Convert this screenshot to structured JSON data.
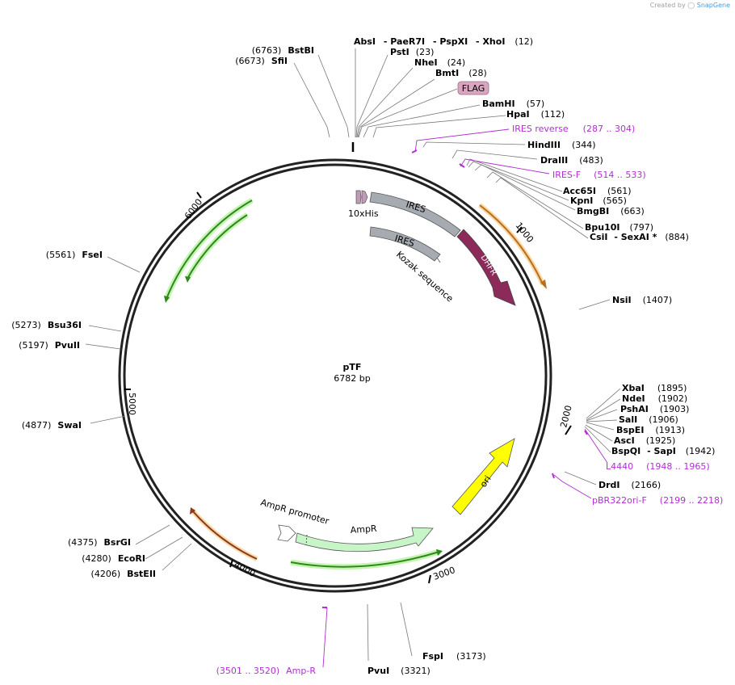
{
  "credit": {
    "prefix": "Created by",
    "brand": "SnapGene"
  },
  "plasmid": {
    "name": "pTF",
    "size": "6782 bp"
  },
  "ticks": [
    "1000",
    "2000",
    "3000",
    "4000",
    "5000",
    "6000"
  ],
  "features": {
    "his": "10xHis",
    "ires1": "IRES",
    "ires2": "IRES",
    "kozak": "Kozak sequence",
    "dhfr": "DHFR",
    "ori": "ori",
    "ampr": "AmpR",
    "amprpromoter": "AmpR promoter",
    "flag": "FLAG"
  },
  "sites": [
    {
      "name": "AbsI",
      "pos": "",
      "extra": [
        " - PaeR7I",
        " - PspXI",
        " - XhoI"
      ],
      "extrapos": "(12)"
    },
    {
      "name": "PstI",
      "pos": "(23)"
    },
    {
      "name": "NheI",
      "pos": "(24)"
    },
    {
      "name": "BmtI",
      "pos": "(28)"
    },
    {
      "name": "BamHI",
      "pos": "(57)"
    },
    {
      "name": "HpaI",
      "pos": "(112)"
    },
    {
      "name": "HindIII",
      "pos": "(344)"
    },
    {
      "name": "DraIII",
      "pos": "(483)"
    },
    {
      "name": "Acc65I",
      "pos": "(561)"
    },
    {
      "name": "KpnI",
      "pos": "(565)"
    },
    {
      "name": "BmgBI",
      "pos": "(663)"
    },
    {
      "name": "Bpu10I",
      "pos": "(797)"
    },
    {
      "name": "CsiI",
      "pos": "(884)",
      "extra2": " - SexAI *"
    },
    {
      "name": "NsiI",
      "pos": "(1407)"
    },
    {
      "name": "XbaI",
      "pos": "(1895)"
    },
    {
      "name": "NdeI",
      "pos": "(1902)"
    },
    {
      "name": "PshAI",
      "pos": "(1903)"
    },
    {
      "name": "SalI",
      "pos": "(1906)"
    },
    {
      "name": "BspEI",
      "pos": "(1913)"
    },
    {
      "name": "AscI",
      "pos": "(1925)"
    },
    {
      "name": "BspQI",
      "pos": "(1942)",
      "extra2": " - SapI"
    },
    {
      "name": "DrdI",
      "pos": "(2166)"
    },
    {
      "name": "FspI",
      "pos": "(3173)"
    },
    {
      "name": "PvuI",
      "pos": "(3321)"
    },
    {
      "name": "BstEII",
      "pos": "(4206)"
    },
    {
      "name": "EcoRI",
      "pos": "(4280)"
    },
    {
      "name": "BsrGI",
      "pos": "(4375)"
    },
    {
      "name": "SwaI",
      "pos": "(4877)"
    },
    {
      "name": "PvuII",
      "pos": "(5197)"
    },
    {
      "name": "Bsu36I",
      "pos": "(5273)"
    },
    {
      "name": "FseI",
      "pos": "(5561)"
    },
    {
      "name": "SfiI",
      "pos": "(6673)"
    },
    {
      "name": "BstBI",
      "pos": "(6763)"
    }
  ],
  "primers": [
    {
      "name": "IRES reverse",
      "range": "(287 .. 304)"
    },
    {
      "name": "IRES-F",
      "range": "(514 .. 533)"
    },
    {
      "name": "L4440",
      "range": "(1948 .. 1965)"
    },
    {
      "name": "pBR322ori-F",
      "range": "(2199 .. 2218)"
    },
    {
      "name": "Amp-R",
      "range": "(3501 .. 3520)"
    }
  ],
  "colors": {
    "backbone": "#222222",
    "ires": "#a6abb1",
    "dhfr": "#8c2a5a",
    "ori": "#ffff00",
    "ampr": "#c8f5c8",
    "orf_green": "#2a8a1a",
    "orf_orange": "#c8781a",
    "flag": "#d8a6c0",
    "primer": "#b030d0"
  }
}
